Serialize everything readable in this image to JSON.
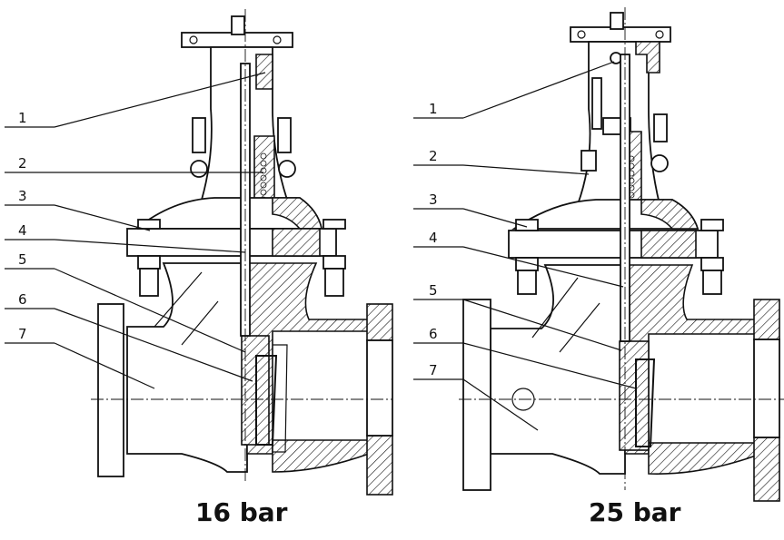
{
  "diagrams": [
    {
      "caption": "16 bar",
      "callouts": [
        "1",
        "2",
        "3",
        "4",
        "5",
        "6",
        "7"
      ]
    },
    {
      "caption": "25 bar",
      "callouts": [
        "1",
        "2",
        "3",
        "4",
        "5",
        "6",
        "7"
      ]
    }
  ]
}
